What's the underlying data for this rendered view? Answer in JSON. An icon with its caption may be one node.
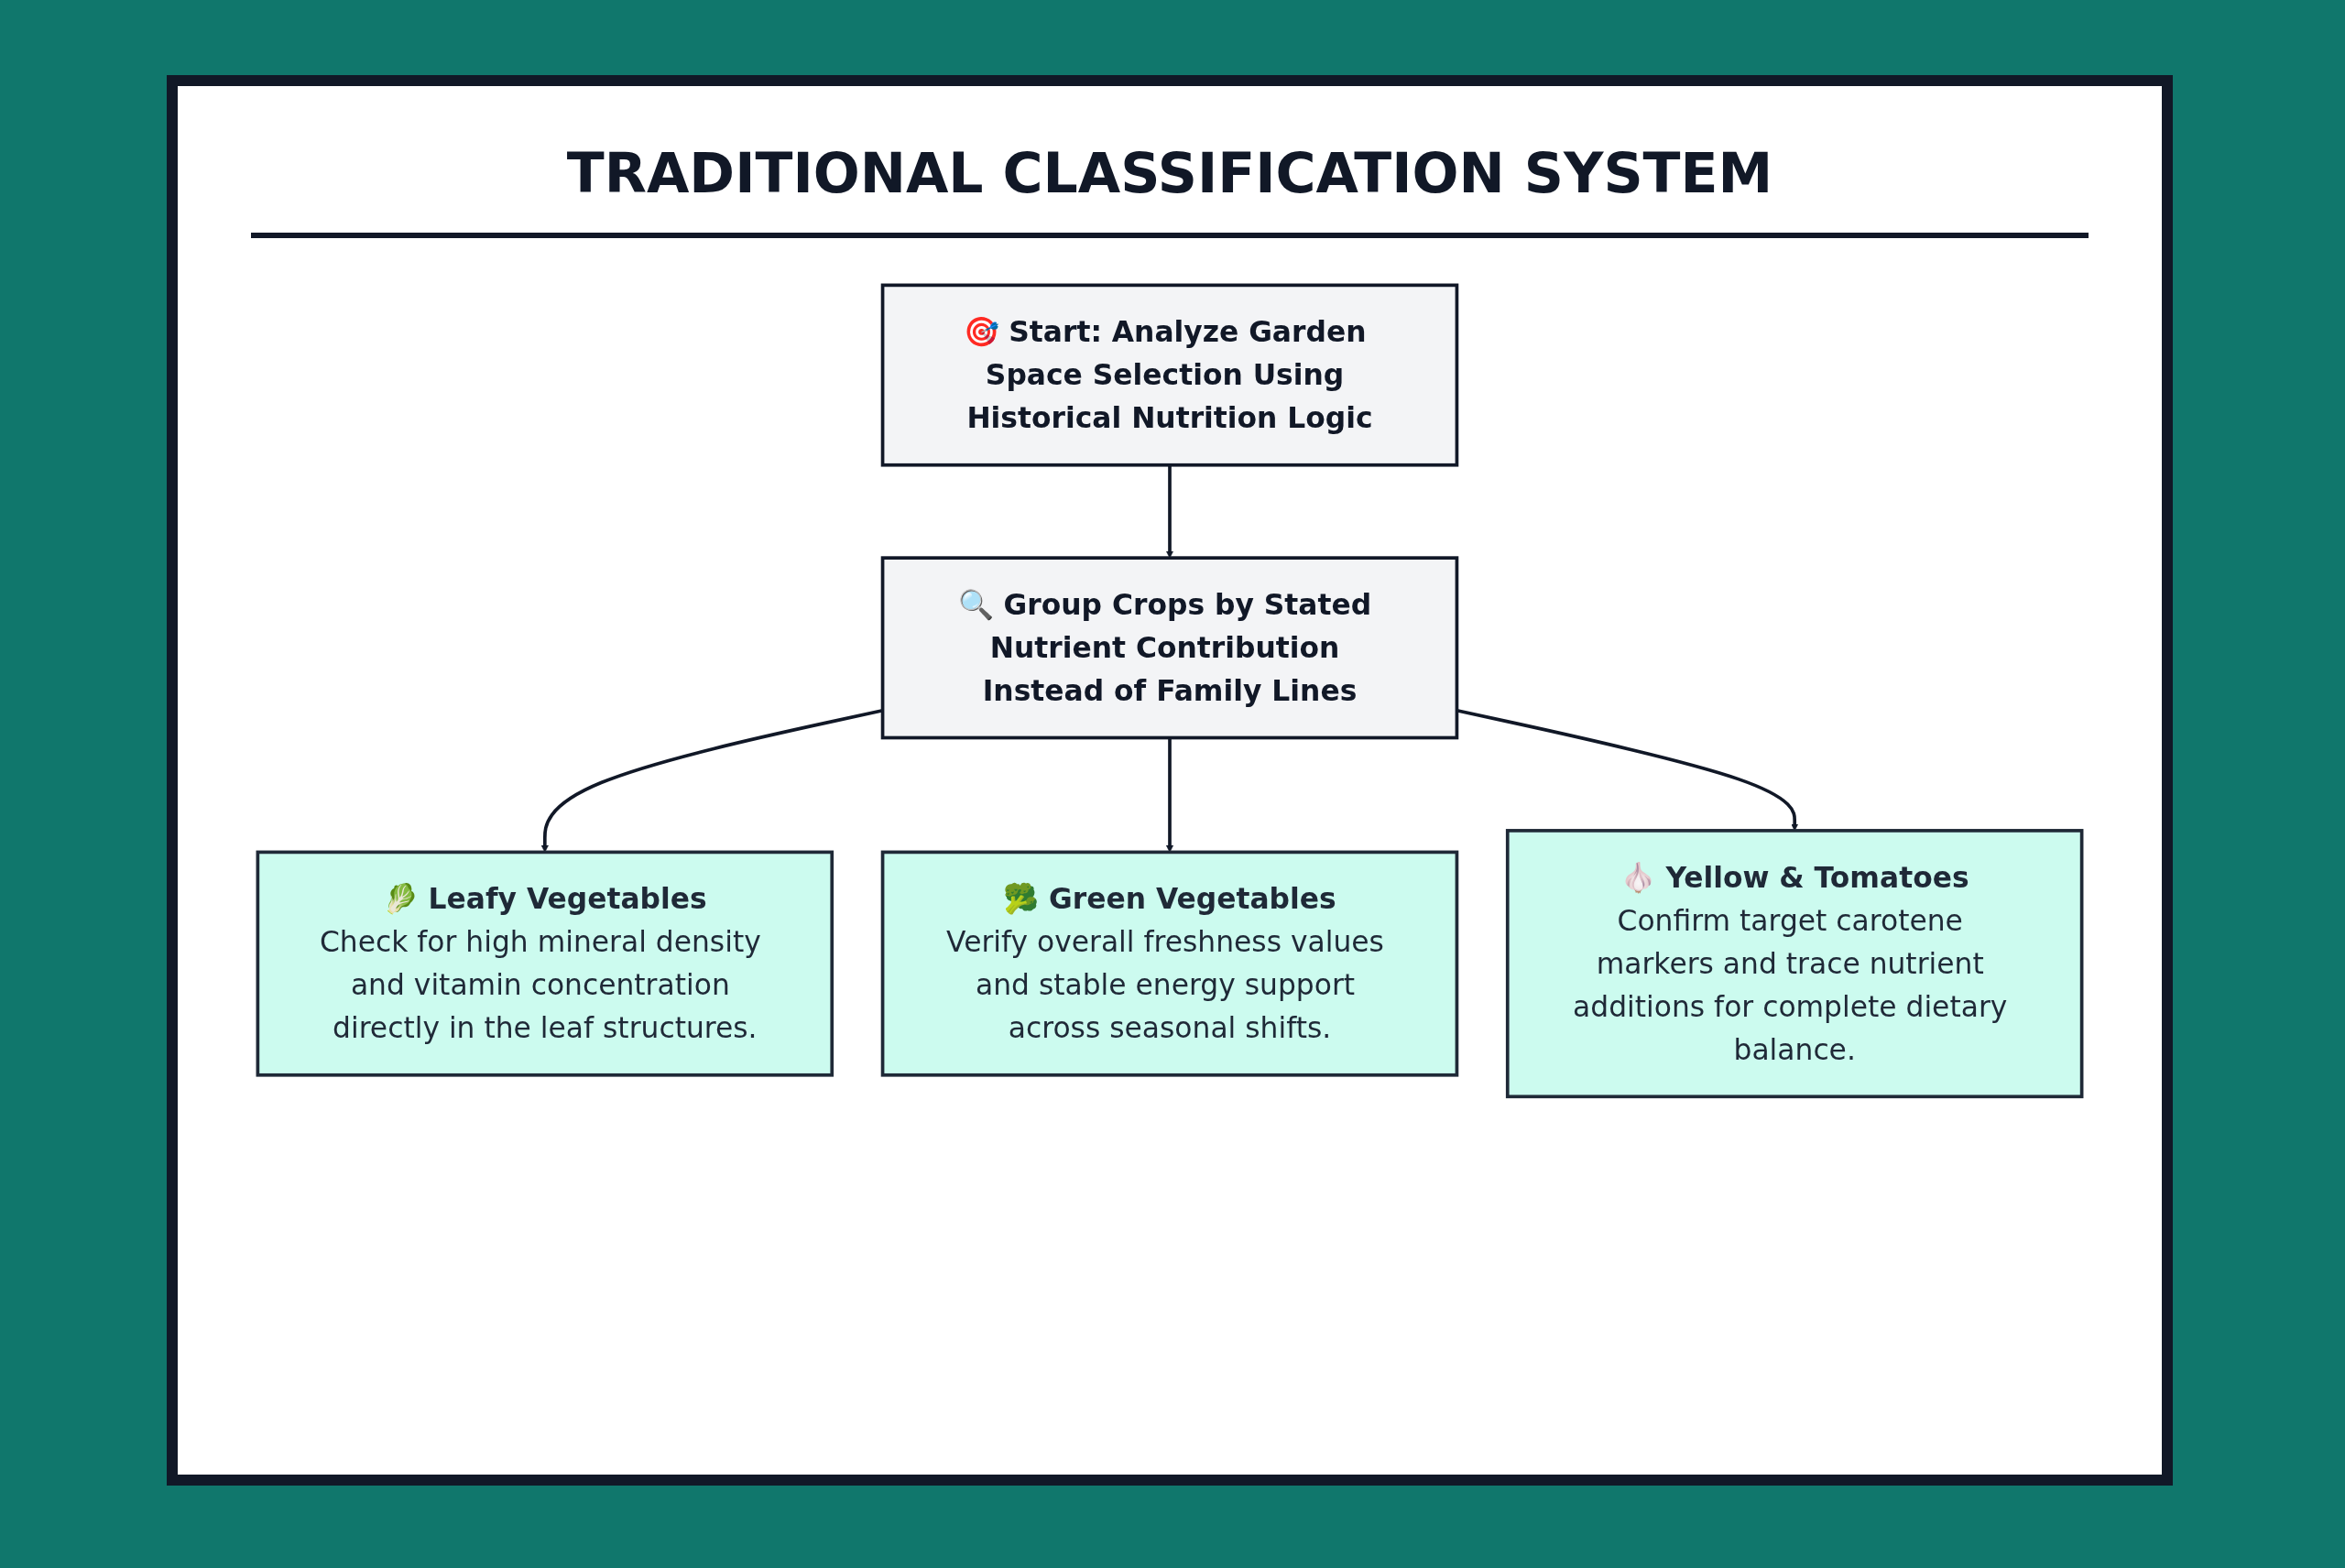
{
  "diagram": {
    "title": "TRADITIONAL CLASSIFICATION SYSTEM",
    "nodes": [
      {
        "text": [
          "🎯 Start: Analyze Garden Space Selection Using Historical Nutrition Logic"
        ]
      },
      {
        "text": [
          "🔍 Group Crops by Stated Nutrient Contribution Instead of Family Lines"
        ]
      },
      {
        "text": [
          "🥬 Leafy Vegetables",
          "Check for high mineral density and vitamin concentration directly in the leaf structures."
        ]
      },
      {
        "text": [
          "🥦 Green Vegetables",
          "Verify overall freshness values and stable energy support across seasonal shifts."
        ]
      },
      {
        "text": [
          "🧄 Yellow & Tomatoes",
          "Confirm target carotene markers and trace nutrient additions for complete dietary balance."
        ]
      }
    ],
    "edges": [
      {
        "from": 0,
        "to": 1,
        "arrow": "to"
      },
      {
        "from": 1,
        "to": 2,
        "arrow": "to"
      },
      {
        "from": 1,
        "to": 3,
        "arrow": "to"
      },
      {
        "from": 1,
        "to": 4,
        "arrow": "to"
      }
    ]
  }
}
